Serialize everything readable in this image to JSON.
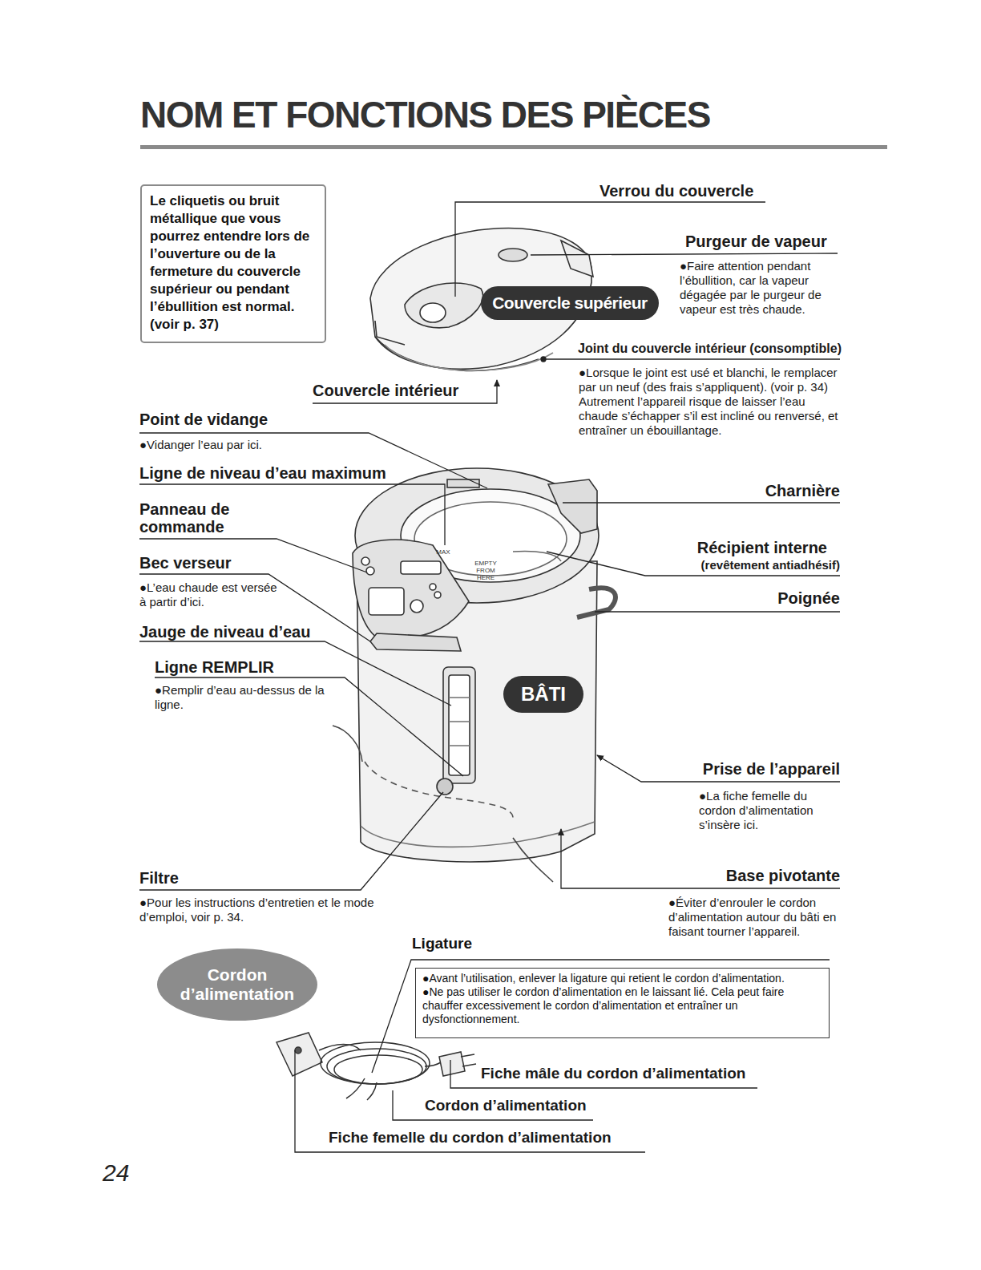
{
  "diagram": {
    "title": "NOM ET FONCTIONS DES PIÈCES",
    "nodes": [
      {
        "text": [
          "Le cliquetis ou bruit métallique que vous pourrez entendre lors de l’ouverture ou de la fermeture du couvercle supérieur ou pendant l’ébullition est normal. (voir p. 37)"
        ]
      },
      {
        "text": [
          "Couvercle supérieur"
        ]
      },
      {
        "text": [
          "BÂTI"
        ]
      },
      {
        "text": [
          "Cordon d’alimentation"
        ]
      },
      {
        "text": [
          "Ligature",
          "●Avant l’utilisation, enlever la ligature qui retient le cordon d’alimentation.",
          "●Ne pas utiliser le cordon d’alimentation en le laissant lié. Cela peut faire chauffer excessivement le cordon d’alimentation et entraîner un dysfonctionnement."
        ]
      }
    ],
    "labels": [
      "Verrou du couvercle",
      "Purgeur de vapeur",
      "●Faire attention pendant l’ébullition, car la vapeur dégagée par le purgeur de vapeur est très chaude.",
      "Joint du couvercle intérieur (consomptible)",
      "●Lorsque le joint est usé et blanchi, le remplacer par un neuf (des frais s’appliquent). (voir p. 34) Autrement l’appareil risque de laisser l’eau chaude s’échapper s’il est incliné ou renversé, et entraîner un ébouillantage.",
      "Couvercle intérieur",
      "Point de vidange",
      "●Vidanger l’eau par ici.",
      "Ligne de niveau d’eau maximum",
      "Panneau de commande",
      "Bec verseur",
      "●L’eau chaude est versée à partir d’ici.",
      "Jauge de niveau d’eau",
      "Ligne REMPLIR",
      "●Remplir d’eau au-dessus de la ligne.",
      "Charnière",
      "Récipient interne",
      "(revêtement antiadhésif)",
      "Poignée",
      "Prise de l’appareil",
      "●La fiche femelle du cordon d’alimentation s’insère ici.",
      "Filtre",
      "●Pour les instructions d’entretien et le mode d’emploi, voir p. 34.",
      "Base pivotante",
      "●Éviter d’enrouler le cordon d’alimentation autour du bâti en faisant tourner l’appareil.",
      "Fiche mâle du cordon d’alimentation",
      "Cordon d’alimentation",
      "Fiche femelle du cordon d’alimentation",
      "24",
      "MAX",
      "EMPTY FROM HERE"
    ]
  }
}
